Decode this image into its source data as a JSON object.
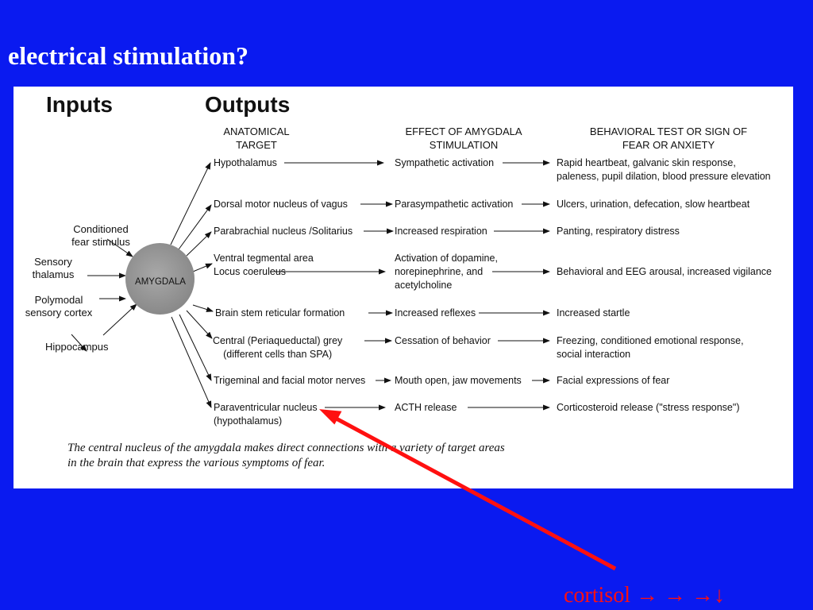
{
  "title": "electrical stimulation?",
  "figure": {
    "inputs_heading": "Inputs",
    "outputs_heading": "Outputs",
    "col1_head": [
      "ANATOMICAL",
      "TARGET"
    ],
    "col2_head": [
      "EFFECT OF AMYGDALA",
      "STIMULATION"
    ],
    "col3_head": [
      "BEHAVIORAL TEST OR SIGN OF",
      "FEAR OR ANXIETY"
    ],
    "center_label": "AMYGDALA",
    "inputs": {
      "conditioned": [
        "Conditioned",
        "fear stimulus"
      ],
      "sensory_thalamus": [
        "Sensory",
        "thalamus"
      ],
      "polymodal": [
        "Polymodal",
        "sensory cortex"
      ],
      "hippocampus": "Hippocampus"
    },
    "rows": [
      {
        "target": [
          "Hypothalamus"
        ],
        "effect": [
          "Sympathetic activation"
        ],
        "sign": [
          "Rapid heartbeat, galvanic skin response,",
          "paleness, pupil dilation, blood pressure elevation"
        ]
      },
      {
        "target": [
          "Dorsal motor nucleus of vagus"
        ],
        "effect": [
          "Parasympathetic activation"
        ],
        "sign": [
          "Ulcers, urination, defecation, slow heartbeat"
        ]
      },
      {
        "target": [
          "Parabrachial nucleus /Solitarius"
        ],
        "effect": [
          "Increased respiration"
        ],
        "sign": [
          "Panting, respiratory distress"
        ]
      },
      {
        "target": [
          "Ventral tegmental area",
          "Locus coeruleus"
        ],
        "effect": [
          "Activation of dopamine,",
          "norepinephrine, and",
          "acetylcholine"
        ],
        "sign": [
          "Behavioral and EEG arousal, increased vigilance"
        ]
      },
      {
        "target": [
          "Brain stem reticular formation"
        ],
        "effect": [
          "Increased reflexes"
        ],
        "sign": [
          "Increased startle"
        ]
      },
      {
        "target": [
          "Central (Periaqueductal) grey",
          "(different cells than SPA)"
        ],
        "effect": [
          "Cessation of behavior"
        ],
        "sign": [
          "Freezing, conditioned emotional response,",
          "social interaction"
        ]
      },
      {
        "target": [
          "Trigeminal and facial motor nerves"
        ],
        "effect": [
          "Mouth open,  jaw movements"
        ],
        "sign": [
          "Facial expressions of fear"
        ]
      },
      {
        "target": [
          "Paraventricular nucleus",
          "(hypothalamus)"
        ],
        "effect": [
          "ACTH release"
        ],
        "sign": [
          "Corticosteroid release (\"stress response\")"
        ]
      }
    ],
    "caption": [
      "The central nucleus of the amygdala makes direct connections with a variety of target areas",
      "in the brain that express the various symptoms of fear."
    ]
  },
  "footer": "cortisol → → →↓",
  "colors": {
    "background": "#0a1af0",
    "figure_bg": "#ffffff",
    "annotation": "#ff1010",
    "title": "#ffffff"
  }
}
